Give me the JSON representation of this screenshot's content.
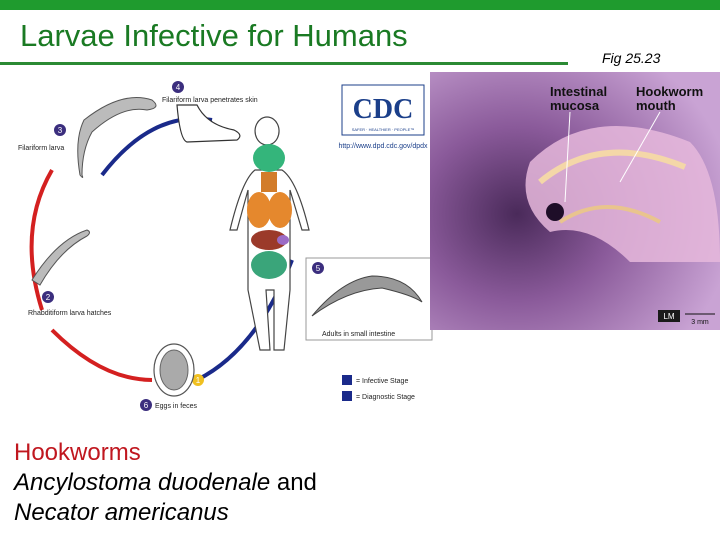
{
  "slide": {
    "title": "Larvae Infective for Humans",
    "figure_label": "Fig 25.23",
    "caption": {
      "line1": "Hookworms",
      "species1": "Ancylostoma duodenale",
      "connector": " and",
      "species2": "Necator americanus"
    },
    "colors": {
      "bar": "#1f9b2e",
      "title": "#1a7a23",
      "caption_red": "#c0171f",
      "infective_arrow": "#1a2a8a",
      "diagnostic_arrow": "#d42020"
    }
  },
  "lifecycle": {
    "logo": "CDC",
    "logo_sub": "SAFER · HEALTHIER · PEOPLE™",
    "url": "http://www.dpd.cdc.gov/dpdx",
    "stages": [
      {
        "num": "4",
        "label": "Filariform larva penetrates skin"
      },
      {
        "num": "3",
        "label": "Filariform larva"
      },
      {
        "num": "2",
        "label": "Rhabditiform larva hatches"
      },
      {
        "num": "1",
        "label": ""
      },
      {
        "num": "5",
        "label": "Adults in small intestine"
      },
      {
        "num": "6",
        "label": "Eggs in feces"
      }
    ],
    "legend": [
      {
        "num": "i",
        "text": "= Infective Stage"
      },
      {
        "num": "d",
        "text": "= Diagnostic Stage"
      }
    ]
  },
  "micrograph": {
    "label1_line1": "Intestinal",
    "label1_line2": "mucosa",
    "label2_line1": "Hookworm",
    "label2_line2": "mouth",
    "badge": "LM",
    "scale": "3 mm"
  }
}
